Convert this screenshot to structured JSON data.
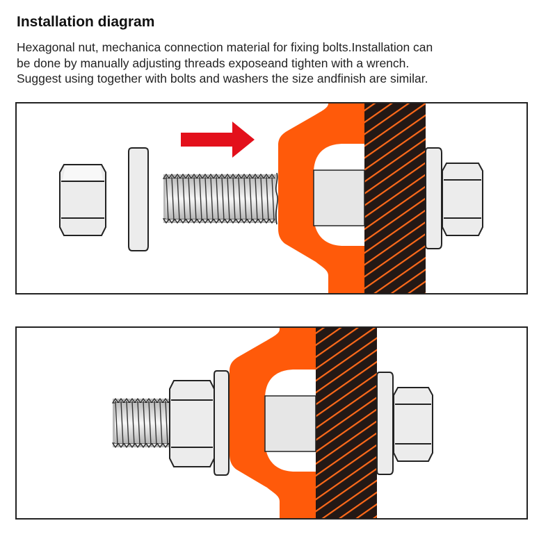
{
  "header": {
    "title": "Installation diagram",
    "description_lines": [
      "Hexagonal nut, mechanica connection material for fixing bolts.Installation can",
      "be done by manually adjusting threads exposeand tighten with a wrench.",
      "Suggest using together with bolts and washers the size andfinish are similar."
    ]
  },
  "colors": {
    "bracket": "#ff5a0a",
    "arrow": "#e3101b",
    "wall": "#231815",
    "wall_stripes": "#ff6a1a",
    "metal": "#e9e9e9",
    "outline": "#222222"
  },
  "icons": {
    "arrow": "right-arrow-icon",
    "nut": "hex-nut-icon",
    "washer": "washer-icon",
    "bolt": "threaded-bolt-icon"
  }
}
